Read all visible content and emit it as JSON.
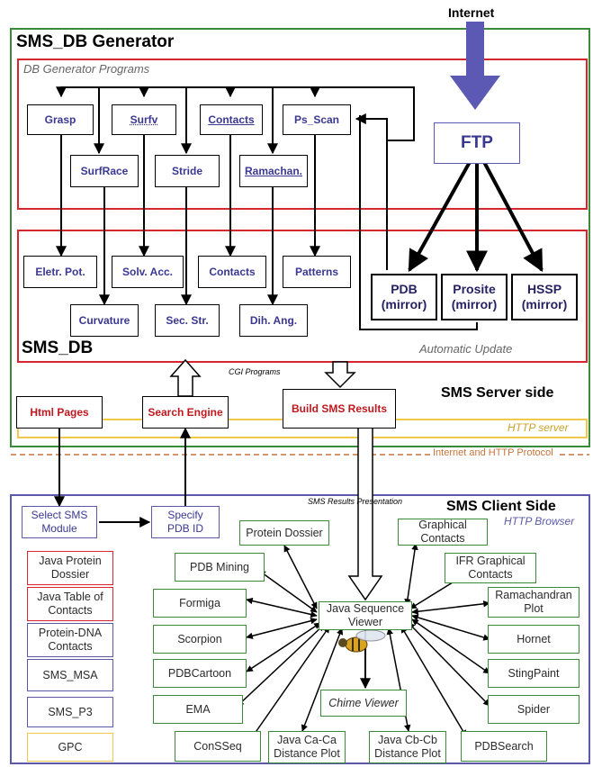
{
  "internet_label": "Internet",
  "generator": {
    "title": "SMS_DB Generator",
    "programs_label": "DB Generator Programs"
  },
  "programs": [
    "Grasp",
    "Surfv",
    "Contacts",
    "Ps_Scan",
    "SurfRace",
    "Stride",
    "Ramachan."
  ],
  "ftp_label": "FTP",
  "db": {
    "title": "SMS_DB",
    "row1": [
      "Eletr. Pot.",
      "Solv. Acc.",
      "Contacts",
      "Patterns"
    ],
    "row2": [
      "Curvature",
      "Sec. Str.",
      "Dih. Ang."
    ],
    "mirrors": [
      {
        "name": "PDB",
        "sub": "(mirror)"
      },
      {
        "name": "Prosite",
        "sub": "(mirror)"
      },
      {
        "name": "HSSP",
        "sub": "(mirror)"
      }
    ],
    "auto_update": "Automatic Update"
  },
  "server": {
    "cgi_label": "CGI Programs",
    "title": "SMS Server side",
    "html_pages": "Html Pages",
    "search_engine": "Search Engine",
    "build_results": "Build SMS Results",
    "http_server": "HTTP server"
  },
  "protocol_label": "Internet and HTTP Protocol",
  "client": {
    "presentation_label": "SMS Results Presentation",
    "title": "SMS Client Side",
    "browser_label": "HTTP Browser",
    "select_module": [
      "Select SMS",
      "Module"
    ],
    "specify_pdb": [
      "Specify",
      "PDB ID"
    ],
    "left_modules": [
      [
        "Java Protein",
        "Dossier"
      ],
      [
        "Java Table of",
        "Contacts"
      ],
      [
        "Protein-DNA",
        "Contacts"
      ],
      [
        "SMS_MSA"
      ],
      [
        "SMS_P3"
      ],
      [
        "GPC"
      ]
    ],
    "viewer": [
      "Java Sequence",
      "Viewer"
    ],
    "chime": "Chime Viewer",
    "tools_left": [
      "Protein Dossier",
      "PDB Mining",
      "Formiga",
      "Scorpion",
      "PDBCartoon",
      "EMA",
      "ConSSeq"
    ],
    "tools_bottom": [
      [
        "Java Ca-Ca",
        "Distance Plot"
      ],
      [
        "Java Cb-Cb",
        "Distance Plot"
      ]
    ],
    "tools_right": [
      [
        "Graphical",
        "Contacts"
      ],
      [
        "IFR Graphical",
        "Contacts"
      ],
      [
        "Ramachandran",
        "Plot"
      ],
      [
        "Hornet"
      ],
      [
        "StingPaint"
      ],
      [
        "Spider"
      ],
      [
        "PDBSearch"
      ]
    ]
  },
  "colors": {
    "green": "#3a8a3a",
    "red": "#d7262e",
    "purple": "#5b59a8",
    "yellow": "#f2c84b",
    "orange_dash": "#c8743c",
    "arrow_blue": "#5b59b3"
  }
}
